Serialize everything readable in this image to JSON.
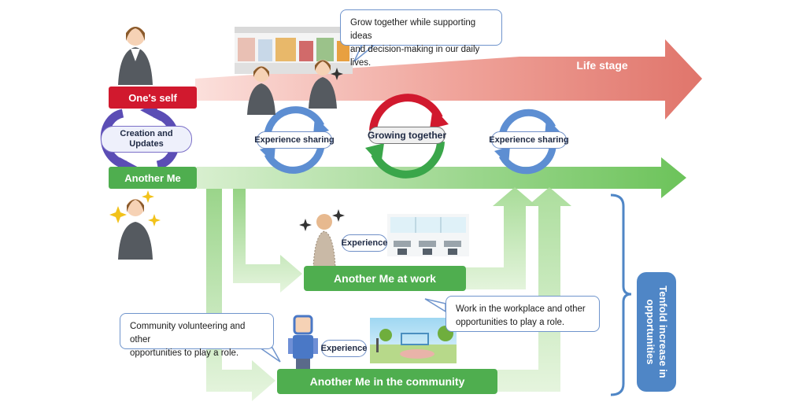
{
  "labels": {
    "ones_self": "One's self",
    "another_me": "Another Me",
    "creation_updates_line1": "Creation and",
    "creation_updates_line2": "Updates",
    "life_stage": "Life stage",
    "experience_sharing_1": "Experience sharing",
    "experience_sharing_2": "Experience sharing",
    "growing_together": "Growing together",
    "another_me_at_work": "Another Me at work",
    "another_me_community": "Another Me in the community",
    "experience_work": "Experience",
    "experience_community": "Experience",
    "tenfold_line1": "Tenfold increase in",
    "tenfold_line2": "opportunities"
  },
  "callouts": {
    "top_line1": "Grow together  while supporting  ideas",
    "top_line2": "and decision-making  in our daily lives.",
    "work_line1": "Work in the workplace and other",
    "work_line2": "opportunities to play a role.",
    "community_line1": "Community  volunteering and other",
    "community_line2": "opportunities  to play a role."
  },
  "colors": {
    "red": "#d1192e",
    "green": "#4fae4f",
    "blue": "#4f86c6",
    "life_arrow": "#e8867e",
    "green_arrow": "#9fd68f",
    "purple": "#5b4db5"
  }
}
